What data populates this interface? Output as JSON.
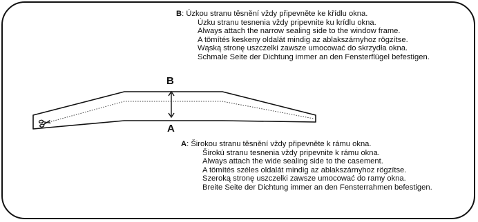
{
  "top_note": {
    "key": "B",
    "sep": ": ",
    "lines": [
      "Úzkou stranu těsnění vždy připevněte ke křídlu okna.",
      "Úzku stranu tesnenia vždy pripevnite ku krídlu okna.",
      "Always attach the narrow sealing side to the window frame.",
      "A tömítés keskeny oldalát mindig az ablakszárnyhoz rögzítse.",
      "Wąską stronę uszczelki zawsze umocować do skrzydła okna.",
      "Schmale Seite der Dichtung immer an den Fensterflügel befestigen."
    ]
  },
  "bottom_note": {
    "key": "A",
    "sep": ": ",
    "lines": [
      "Širokou stranu těsnění vždy připevněte k rámu okna.",
      "Širokú stranu tesnenia vždy pripevnite k rámu okna.",
      "Always attach the wide sealing side to the casement.",
      "A tömítés széles oldalát mindig az ablakszárnyhoz rögzítse.",
      "Szeroką stronę uszczelki zawsze umocować do ramy okna.",
      "Breite Seite der Dichtung immer an den Fensterrahmen befestigen."
    ]
  },
  "labels": {
    "narrow": "B",
    "wide": "A"
  },
  "icons": {
    "cut": "scissors-icon"
  }
}
